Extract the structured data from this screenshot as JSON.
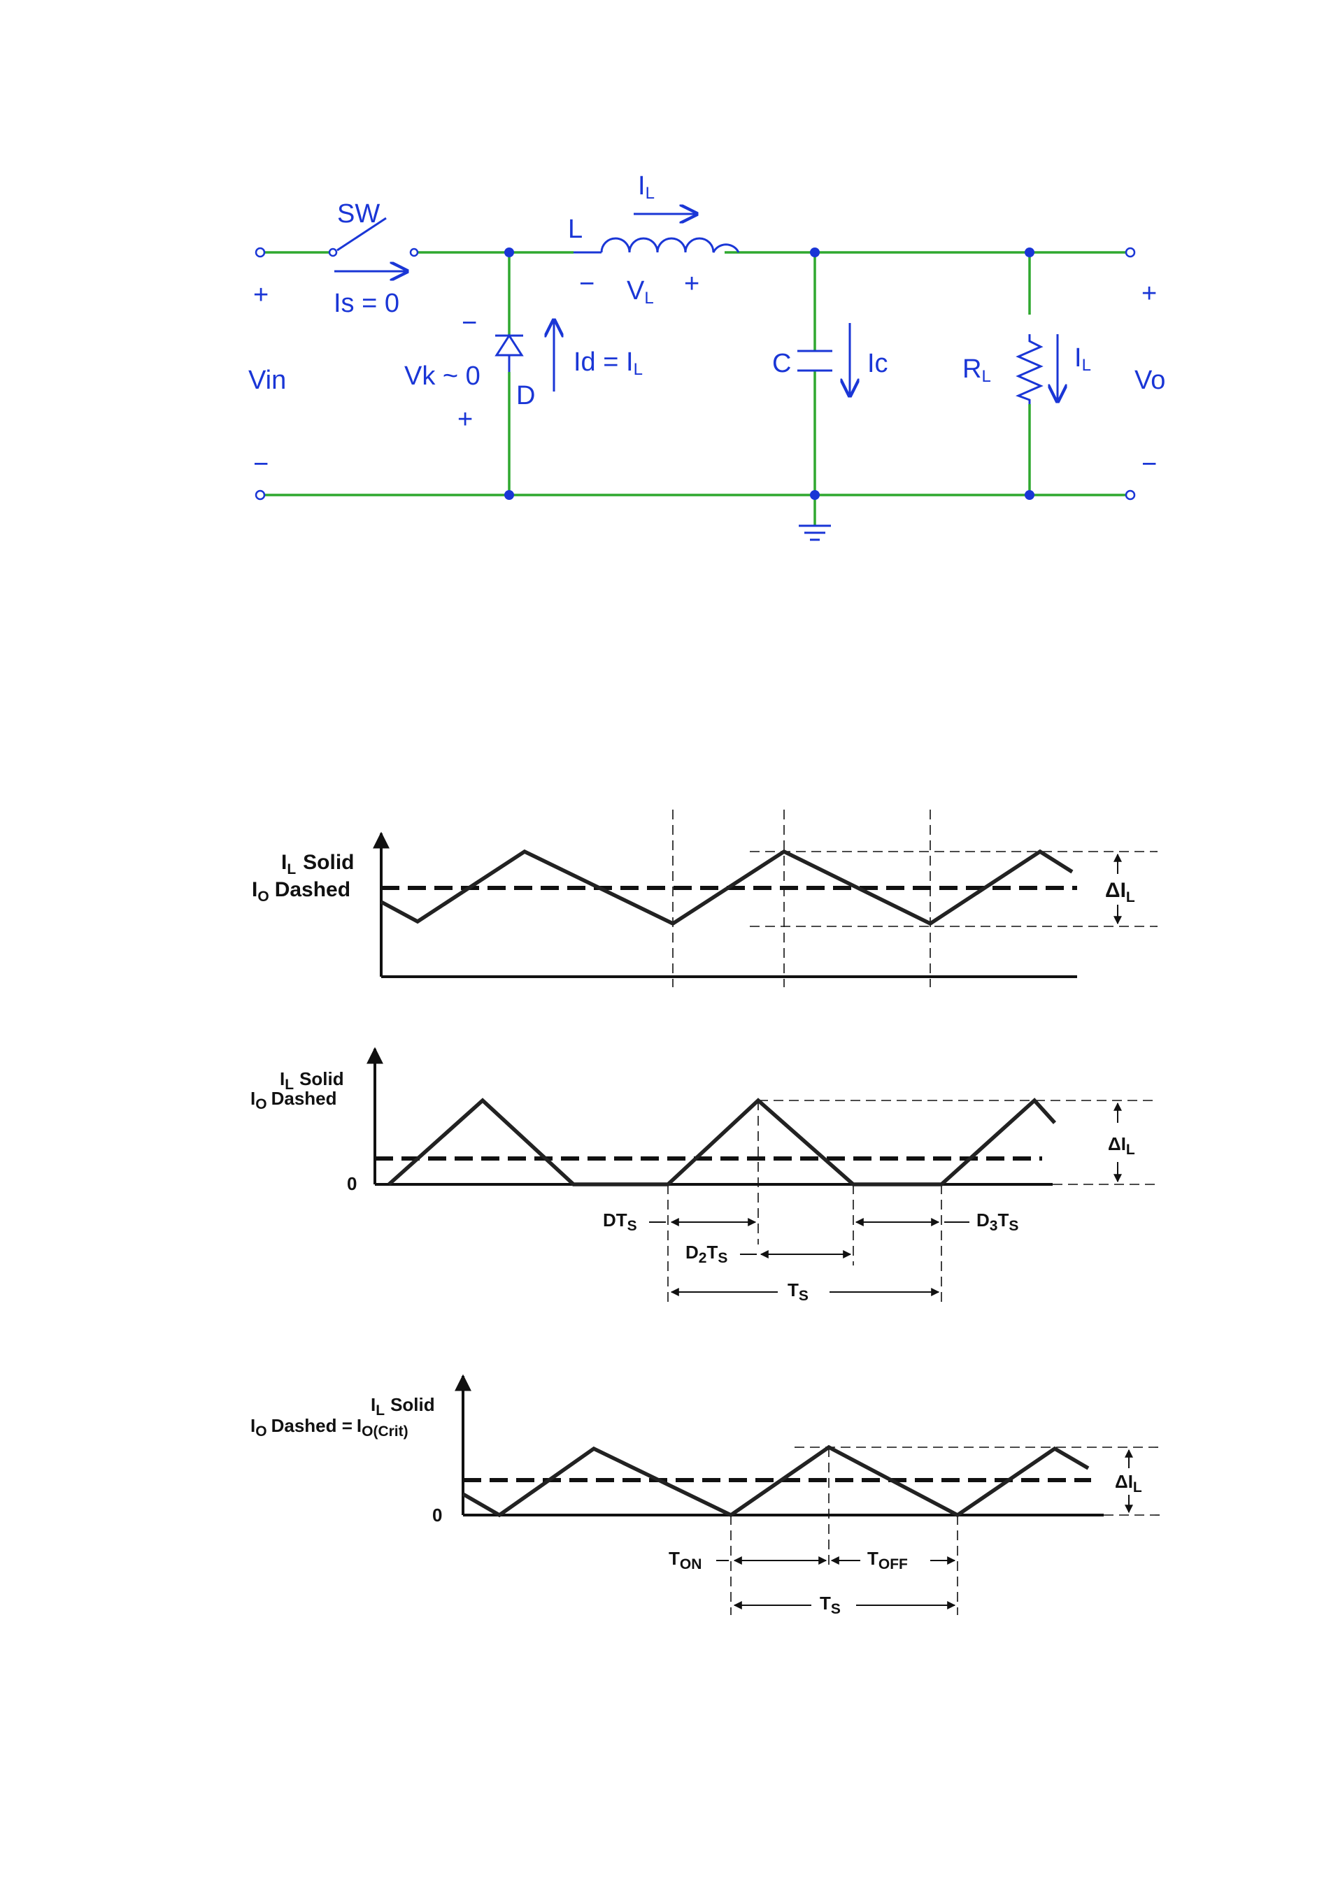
{
  "circuit": {
    "switch_label": "SW",
    "switch_current": "Is = 0",
    "input_plus": "+",
    "input_label": "Vin",
    "input_minus": "−",
    "diode_minus": "−",
    "diode_voltage": "Vk ~ 0",
    "diode_plus": "+",
    "diode_label": "D",
    "diode_current_main": "Id = I",
    "diode_current_sub": "L",
    "inductor_label": "L",
    "inductor_current_main": "I",
    "inductor_current_sub": "L",
    "inductor_minus": "−",
    "inductor_voltage_main": "V",
    "inductor_voltage_sub": "L",
    "inductor_plus": "+",
    "capacitor_label": "C",
    "capacitor_current": "Ic",
    "load_label_main": "R",
    "load_label_sub": "L",
    "load_current_main": "I",
    "load_current_sub": "L",
    "output_plus": "+",
    "output_label": "Vo",
    "output_minus": "−",
    "colors": {
      "wire": "#2fa82f",
      "label": "#1a36d6",
      "node": "#1a36d6"
    }
  },
  "waveforms": {
    "continuous": {
      "il_main": "I",
      "il_sub": "L",
      "il_text": "Solid",
      "io_main": "I",
      "io_sub": "O",
      "io_text": "Dashed",
      "ripple_main": "ΔI",
      "ripple_sub": "L"
    },
    "discontinuous": {
      "il_main": "I",
      "il_sub": "L",
      "il_text": "Solid",
      "io_main": "I",
      "io_sub": "O",
      "io_text": "Dashed",
      "zero": "0",
      "ripple_main": "ΔI",
      "ripple_sub": "L",
      "dts_main": "DT",
      "dts_sub": "S",
      "d2ts_main": "D",
      "d2ts_sub1": "2",
      "d2ts_t": "T",
      "d2ts_sub2": "S",
      "d3ts_main": "D",
      "d3ts_sub1": "3",
      "d3ts_t": "T",
      "d3ts_sub2": "S",
      "ts_main": "T",
      "ts_sub": "S"
    },
    "critical": {
      "il_main": "I",
      "il_sub": "L",
      "il_text": "Solid",
      "io_main": "I",
      "io_sub": "O",
      "io_text": "Dashed =",
      "io_crit_main": "I",
      "io_crit_sub": "O(Crit)",
      "zero": "0",
      "ripple_main": "ΔI",
      "ripple_sub": "L",
      "ton_main": "T",
      "ton_sub": "ON",
      "toff_main": "T",
      "toff_sub": "OFF",
      "ts_main": "T",
      "ts_sub": "S"
    }
  }
}
